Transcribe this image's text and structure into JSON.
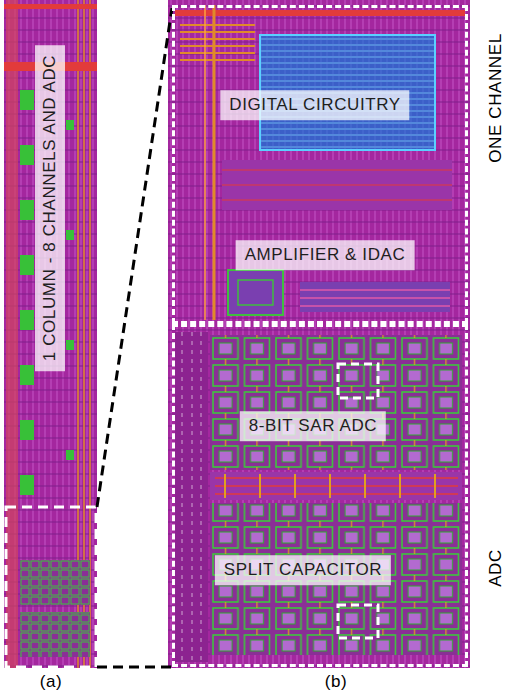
{
  "diagram": {
    "nodes": [
      {
        "text": [
          "ONE CHANNEL"
        ]
      },
      {
        "text": [
          "DIGITAL CIRCUITRY"
        ],
        "in": 0
      },
      {
        "text": [
          "AMPLIFIER & IDAC"
        ],
        "in": 0
      },
      {
        "text": [
          "ADC"
        ]
      },
      {
        "text": [
          "8-BIT SAR ADC"
        ],
        "in": 3
      },
      {
        "text": [
          "SPLIT CAPACITOR"
        ],
        "in": 3
      }
    ],
    "labels": [
      "1 COLUMN - 8 CHANNELS AND ADC",
      "(a)",
      "(b)"
    ]
  }
}
